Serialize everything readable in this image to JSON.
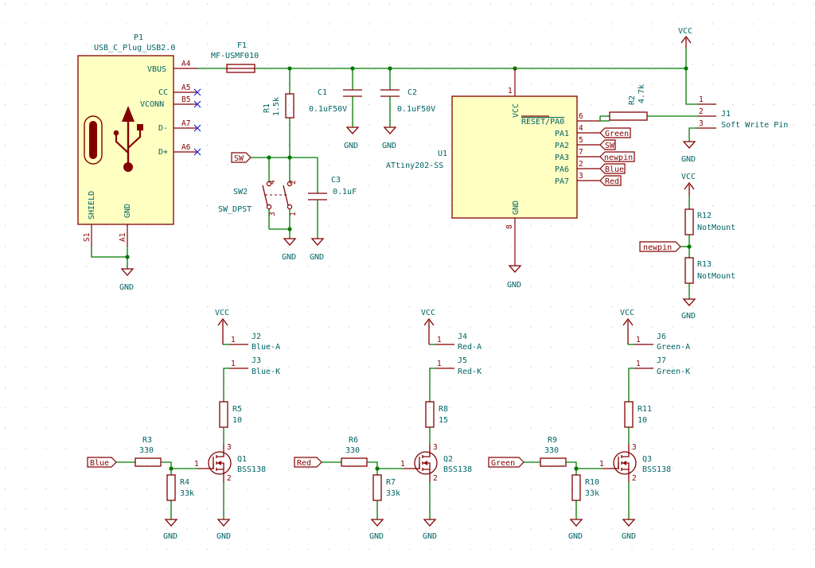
{
  "p1": {
    "ref": "P1",
    "value": "USB_C_Plug_USB2.0",
    "pins": {
      "vbus": "VBUS",
      "cc": "CC",
      "vconn": "VCONN",
      "dminus": "D-",
      "dplus": "D+",
      "shield": "SHIELD",
      "gnd": "GND"
    },
    "pinnums": {
      "a4": "A4",
      "a5": "A5",
      "b5": "B5",
      "a7": "A7",
      "a6": "A6",
      "s1": "S1",
      "a1": "A1"
    }
  },
  "f1": {
    "ref": "F1",
    "value": "MF-USMF010"
  },
  "r1": {
    "ref": "R1",
    "value": "1.5k"
  },
  "c1": {
    "ref": "C1",
    "value": "0.1uF50V"
  },
  "c2": {
    "ref": "C2",
    "value": "0.1uF50V"
  },
  "c3": {
    "ref": "C3",
    "value": "0.1uF"
  },
  "sw2": {
    "ref": "SW2",
    "value": "SW_DPST",
    "pins": [
      "4",
      "2",
      "3",
      "1"
    ]
  },
  "u1": {
    "ref": "U1",
    "value": "ATtiny202-SS",
    "pins": [
      "VCC",
      "RESET/PA0",
      "PA1",
      "PA2",
      "PA3",
      "PA6",
      "PA7",
      "GND"
    ],
    "pinnums": [
      "1",
      "6",
      "4",
      "5",
      "7",
      "2",
      "3",
      "8"
    ]
  },
  "r2": {
    "ref": "R2",
    "value": "4.7k"
  },
  "j1": {
    "ref": "J1",
    "value": "Soft Write Pin",
    "pins": [
      "1",
      "2",
      "3"
    ]
  },
  "r12": {
    "ref": "R12",
    "value": "NotMount"
  },
  "r13": {
    "ref": "R13",
    "value": "NotMount"
  },
  "power": {
    "vcc": "VCC",
    "gnd": "GND"
  },
  "labels": {
    "sw": "SW",
    "green": "Green",
    "newpin": "newpin",
    "blue": "Blue",
    "red": "Red"
  },
  "led_channels": [
    {
      "ja": "J2",
      "ja_val": "Blue-A",
      "jk": "J3",
      "jk_val": "Blue-K",
      "rd": "R5",
      "rd_val": "10",
      "rg": "R3",
      "rg_val": "330",
      "rp": "R4",
      "rp_val": "33k",
      "q": "Q1",
      "q_val": "BSS138",
      "label": "Blue"
    },
    {
      "ja": "J4",
      "ja_val": "Red-A",
      "jk": "J5",
      "jk_val": "Red-K",
      "rd": "R8",
      "rd_val": "15",
      "rg": "R6",
      "rg_val": "330",
      "rp": "R7",
      "rp_val": "33k",
      "q": "Q2",
      "q_val": "BSS138",
      "label": "Red"
    },
    {
      "ja": "J6",
      "ja_val": "Green-A",
      "jk": "J7",
      "jk_val": "Green-K",
      "rd": "R11",
      "rd_val": "10",
      "rg": "R9",
      "rg_val": "330",
      "rp": "R10",
      "rp_val": "33k",
      "q": "Q3",
      "q_val": "BSS138",
      "label": "Green"
    }
  ],
  "pin_one": "1",
  "pin_two": "2",
  "pin_three": "3"
}
